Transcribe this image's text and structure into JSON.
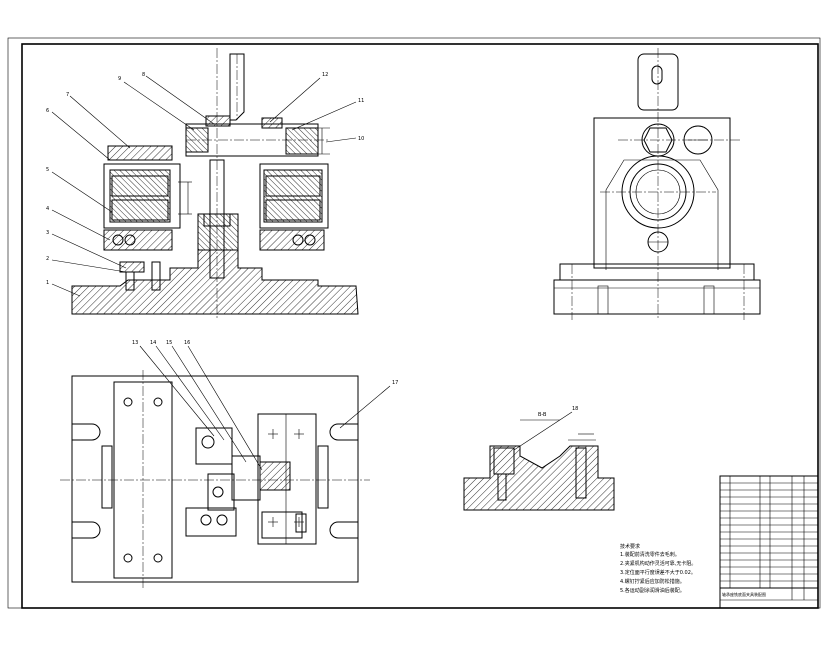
{
  "drawing": {
    "part_labels": [
      "1",
      "2",
      "3",
      "4",
      "5",
      "6",
      "7",
      "8",
      "9",
      "12",
      "11",
      "10",
      "13",
      "14",
      "15",
      "16",
      "17",
      "18"
    ],
    "section_label": "B-B",
    "technical_requirements": {
      "title": "技术要求",
      "items": [
        "1.装配前清洗零件去毛刺。",
        "2.夹紧机构动作灵活可靠,无卡阻。",
        "3.定位面平行度误差不大于0.02。",
        "4.螺钉拧紧后应加防松措施。",
        "5.各运动副涂润滑油后装配。"
      ]
    },
    "title_block": {
      "drawing_title": "轴承座铣底面夹具装配图"
    }
  }
}
